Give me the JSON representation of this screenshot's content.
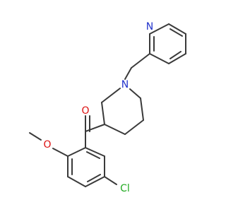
{
  "molecule": {
    "colors": {
      "bond": "#3a3a3a",
      "nitrogen": "#2233cc",
      "oxygen": "#dd1111",
      "chlorine": "#22aa22"
    },
    "labels": {
      "pyridine_n": "N",
      "piperidine_n": "N",
      "carbonyl_o": "O",
      "methoxy_o": "O",
      "chlorine": "Cl"
    }
  }
}
